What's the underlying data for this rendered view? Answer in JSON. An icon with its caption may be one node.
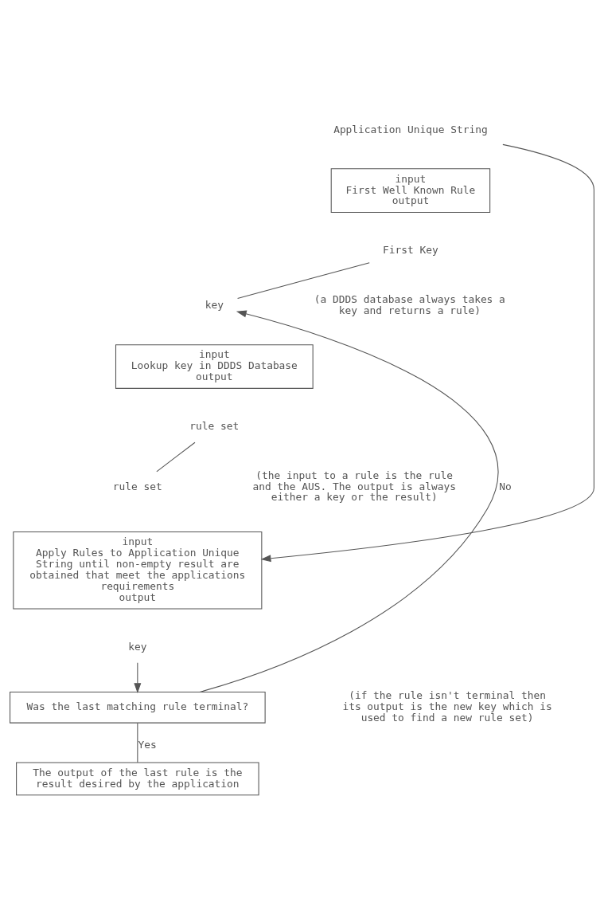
{
  "diagram": {
    "nodes": [
      {
        "text": [
          "Application Unique String"
        ]
      },
      {
        "text": [
          "input",
          "First Well Known Rule",
          "output"
        ]
      },
      {
        "text": [
          "First Key"
        ]
      },
      {
        "text": [
          "key"
        ]
      },
      {
        "text": [
          "input",
          "Lookup key in DDDS Database",
          "output"
        ]
      },
      {
        "text": [
          "rule set"
        ]
      },
      {
        "text": [
          "rule set"
        ]
      },
      {
        "text": [
          "input",
          "Apply Rules to Application Unique String until non-empty result are obtained that meet the applications requirements",
          "output"
        ]
      },
      {
        "text": [
          "key"
        ]
      },
      {
        "text": [
          "Was the last matching rule terminal?"
        ]
      },
      {
        "text": [
          "The output of the last rule is the result desired by the application"
        ]
      }
    ],
    "edges": [
      {
        "from": 0,
        "to": 7,
        "arrow": "to"
      },
      {
        "from": 2,
        "to": 3,
        "arrow": "none"
      },
      {
        "from": 5,
        "to": 6,
        "arrow": "none"
      },
      {
        "from": 8,
        "to": 9,
        "arrow": "to"
      },
      {
        "from": 9,
        "to": 3,
        "arrow": "to",
        "label": "No"
      },
      {
        "from": 9,
        "to": 10,
        "arrow": "none",
        "label": "Yes"
      }
    ],
    "labels": [
      "(a DDDS database always takes a key and returns a rule)",
      "(the input to a rule is the rule and the AUS. The output is always either a key or the result)",
      "(if the rule isn't terminal then its output is the new key which is used to find a new rule set)"
    ]
  }
}
